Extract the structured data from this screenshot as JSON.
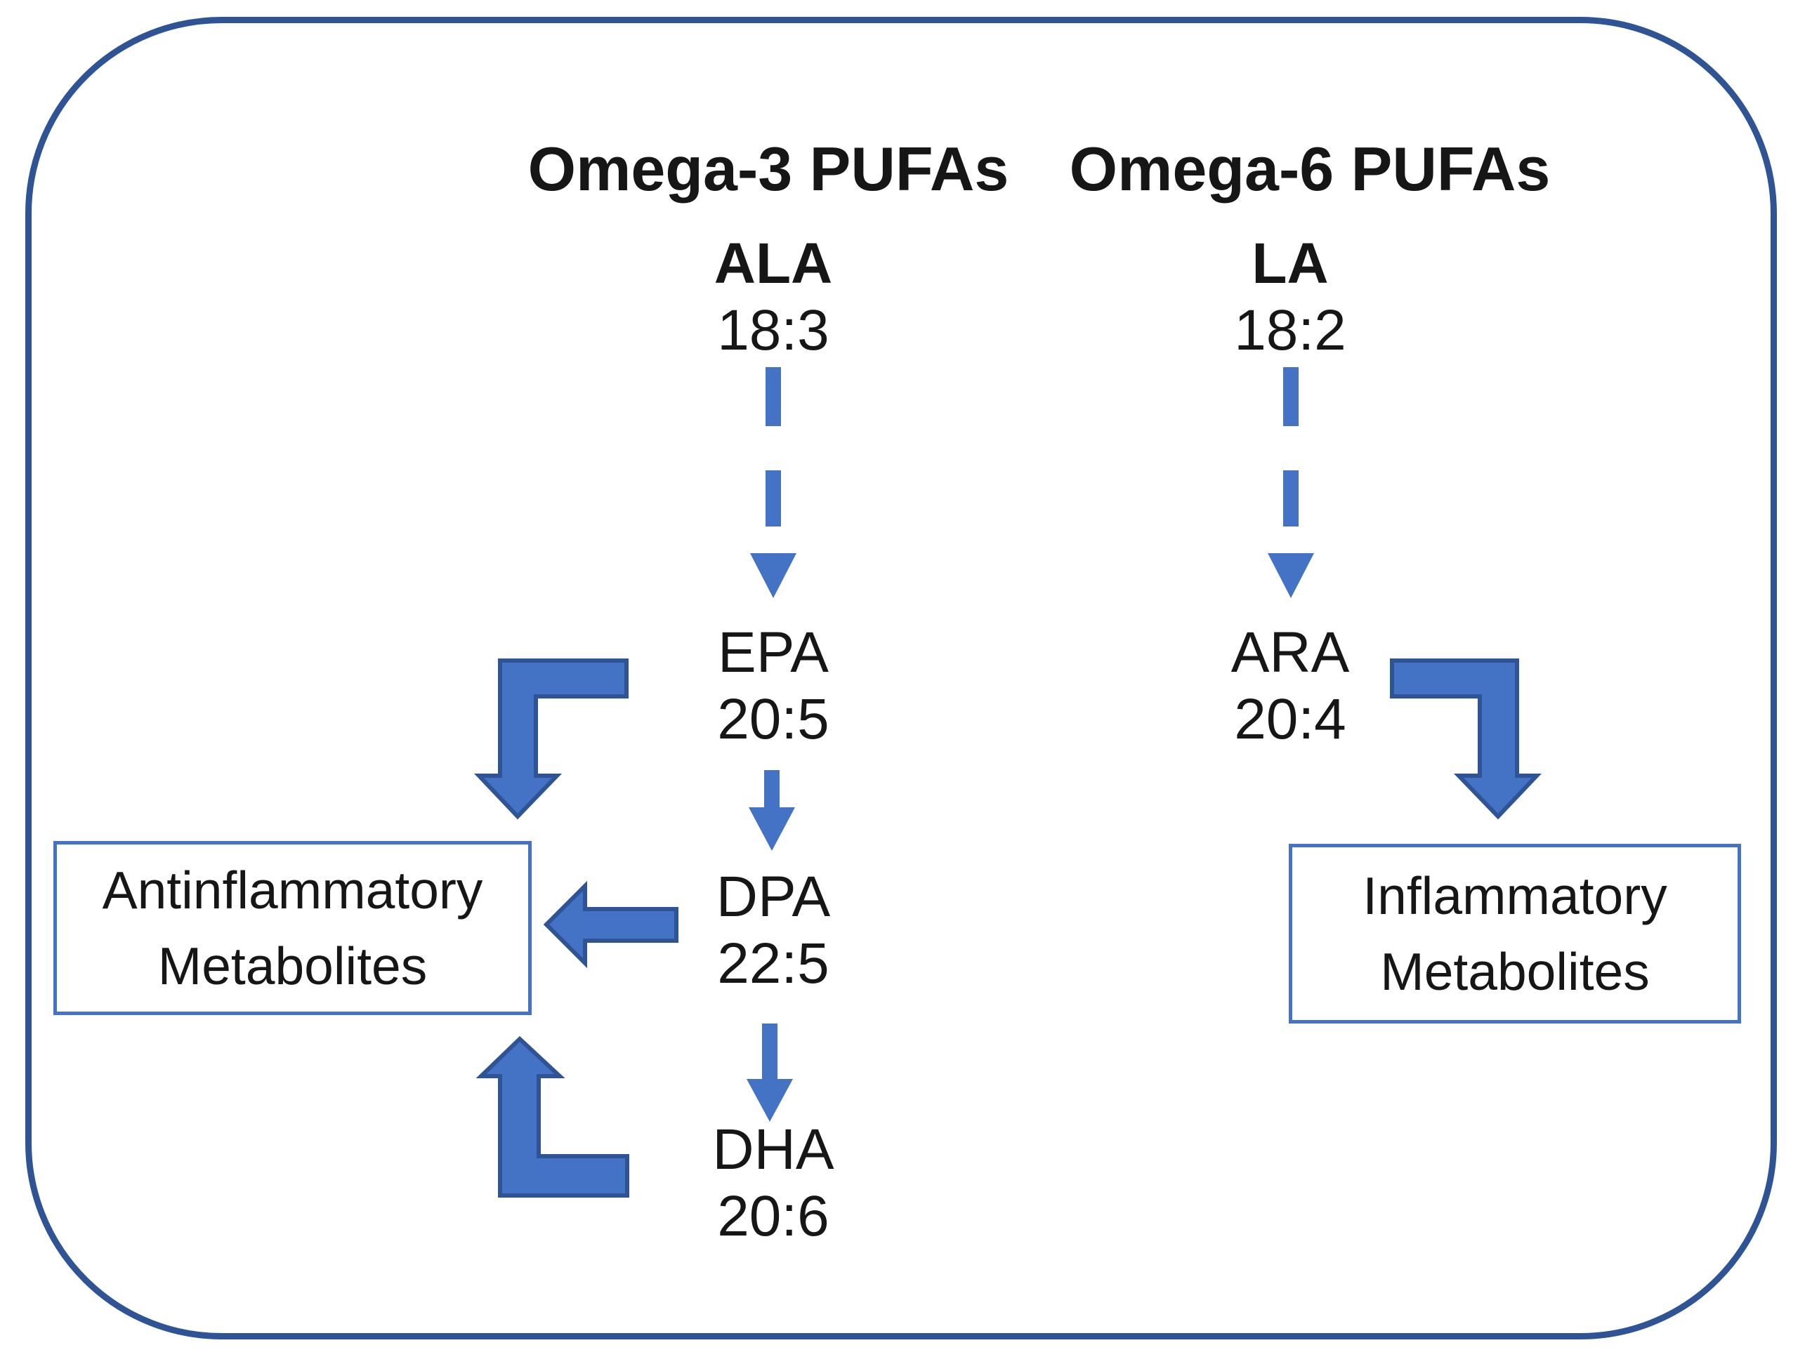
{
  "diagram": {
    "columns": [
      {
        "header": "Omega-3 PUFAs",
        "nodes": [
          {
            "name": "ALA",
            "ratio": "18:3"
          },
          {
            "name": "EPA",
            "ratio": "20:5"
          },
          {
            "name": "DPA",
            "ratio": "22:5"
          },
          {
            "name": "DHA",
            "ratio": "20:6"
          }
        ]
      },
      {
        "header": "Omega-6 PUFAs",
        "nodes": [
          {
            "name": "LA",
            "ratio": "18:2"
          },
          {
            "name": "ARA",
            "ratio": "20:4"
          }
        ]
      }
    ],
    "boxes": {
      "left": {
        "line1": "Antinflammatory",
        "line2": "Metabolites"
      },
      "right": {
        "line1": "Inflammatory",
        "line2": "Metabolites"
      }
    },
    "icons": {
      "dashed_down_arrow": "conversion step (dashed arrow)",
      "solid_down_arrow": "conversion step (solid arrow)",
      "elbow_arrow": "metabolite production (bent block arrow)",
      "left_block_arrow": "metabolite production (block arrow)"
    },
    "colors": {
      "arrow_fill": "#4472C4",
      "arrow_stroke": "#2F5496",
      "box_border": "#4472C4",
      "outer_border": "#2F5496",
      "text": "#161616"
    }
  }
}
